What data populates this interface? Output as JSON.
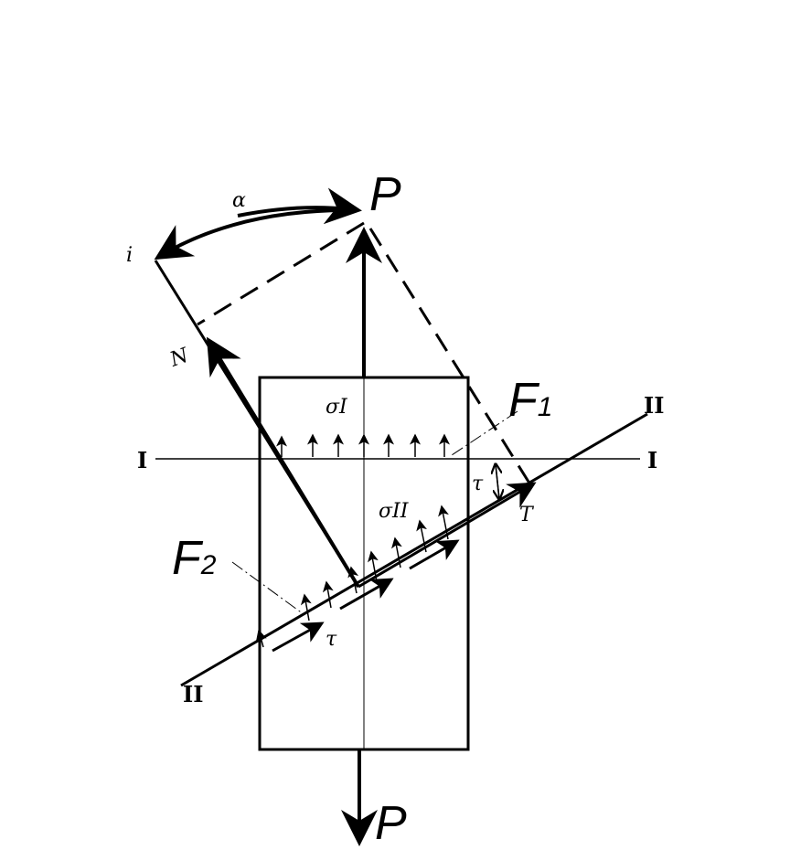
{
  "labels": {
    "force_top": "P",
    "force_bottom": "P",
    "normal_force": "N",
    "tangent_force": "T",
    "angle": "α",
    "axis_i": "i",
    "area_1_main": "F",
    "area_1_sub": "1",
    "area_2_main": "F",
    "area_2_sub": "2",
    "section_I_left": "I",
    "section_I_right": "I",
    "section_II_top": "II",
    "section_II_bottom": "II",
    "stress_sigma_I": "σI",
    "stress_sigma_II": "σII",
    "shear_tau_lower": "τ",
    "shear_tau_right": "τ"
  },
  "colors": {
    "ink": "#000000",
    "paper": "#ffffff"
  }
}
